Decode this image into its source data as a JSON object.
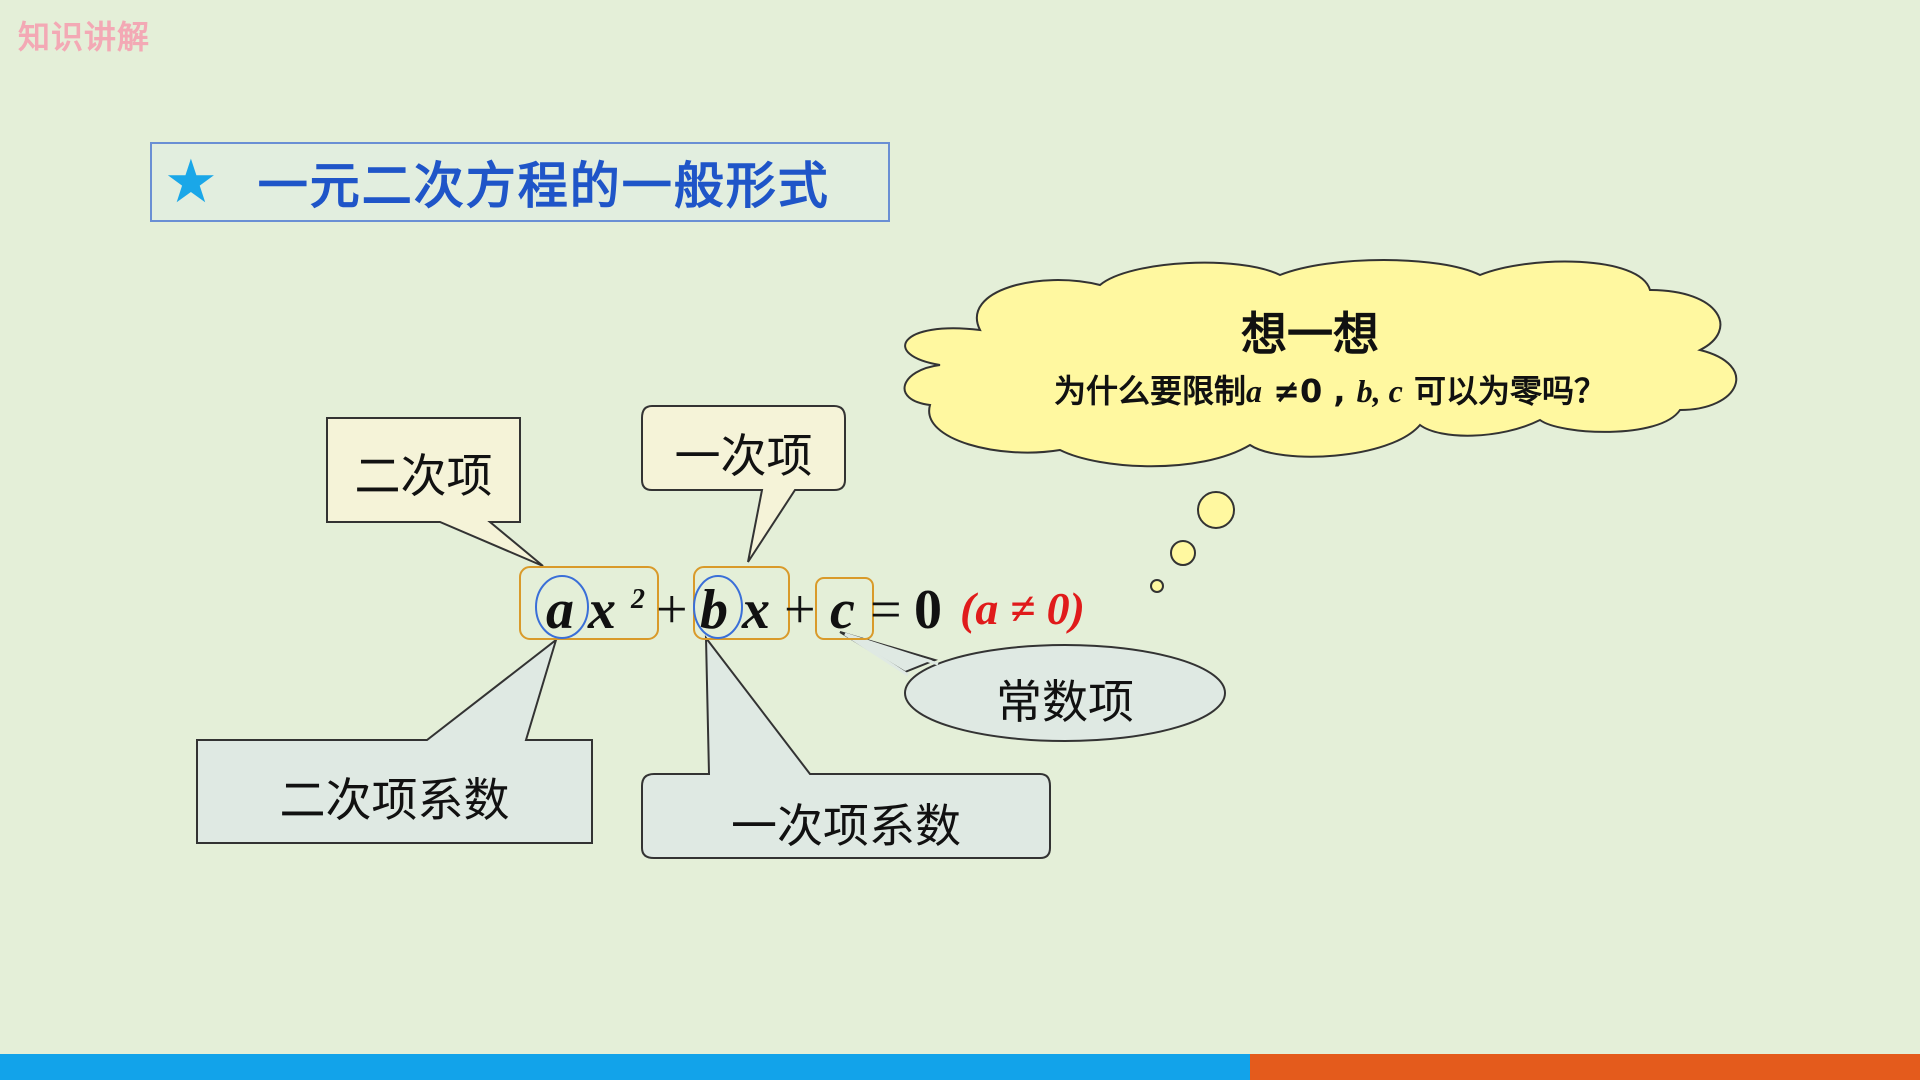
{
  "corner": {
    "label": "知识讲解"
  },
  "title": {
    "star": "★",
    "text": "一元二次方程的一般形式"
  },
  "callouts": {
    "quadratic_term": "二次项",
    "linear_term": "一次项",
    "quadratic_coef": "二次项系数",
    "linear_coef": "一次项系数",
    "constant_term": "常数项"
  },
  "equation": {
    "a": "a",
    "x1": "x",
    "sup2": "2",
    "plus1": "+",
    "b": "b",
    "x2": "x",
    "plus2": "+",
    "c": "c",
    "equals": "=",
    "zero": "0",
    "condition": "(a ≠ 0)"
  },
  "thought": {
    "title": "想一想",
    "q_prefix": "为什么要限制",
    "q_a": "a",
    "q_neq0": " ≠0 , ",
    "q_bc": "b, c",
    "q_suffix": " 可以为零吗？"
  },
  "colors": {
    "background": "#e4efd8",
    "title_text": "#1f55c8",
    "star": "#1aa7e8",
    "cloud_fill": "#fff8a0",
    "condition": "#e01b1b",
    "bar_blue": "#12a3ea",
    "bar_orange": "#e45b1c"
  }
}
